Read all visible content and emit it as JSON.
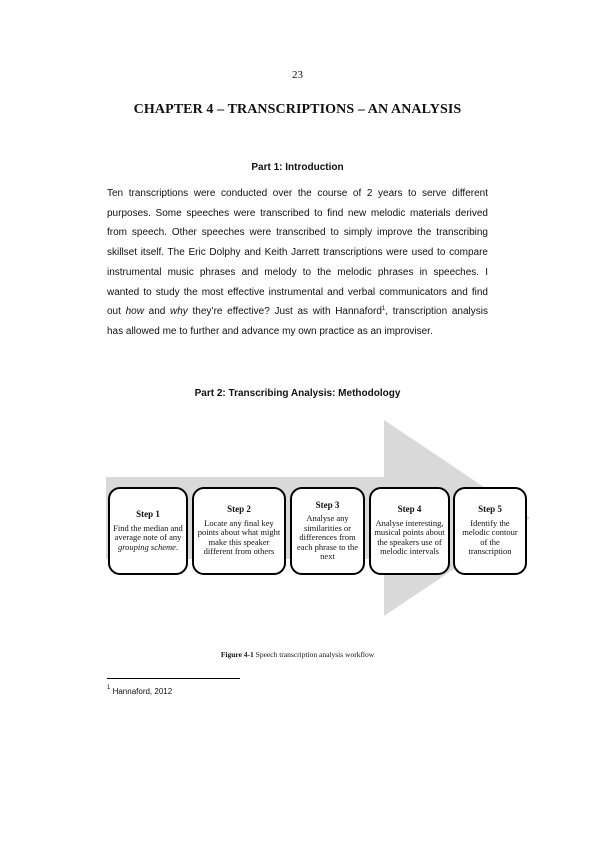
{
  "page": {
    "number": "23",
    "chapter_title": "CHAPTER 4 – TRANSCRIPTIONS – AN ANALYSIS"
  },
  "part1": {
    "heading": "Part 1: Introduction",
    "lines": [
      "Ten transcriptions were conducted over the course of 2 years to serve different",
      "purposes. Some speeches were transcribed to find new melodic materials derived",
      "from speech. Other speeches were transcribed to simply improve the transcribing",
      "skillset itself.  The Eric Dolphy and Keith Jarrett transcriptions were used to compare",
      "instrumental music phrases and melody to the melodic phrases in speeches. I",
      "wanted to study the most effective instrumental and verbal communicators and find"
    ],
    "line7_pre": "out ",
    "line7_em1": "how",
    "line7_mid": " and ",
    "line7_em2": "why",
    "line7_post": " they’re effective? Just as with Hannaford",
    "footnote_ref": "1",
    "line7_end": ", transcription analysis",
    "line8": "has allowed me to further and advance my own practice as an improviser."
  },
  "part2": {
    "heading": "Part 2: Transcribing Analysis: Methodology"
  },
  "diagram": {
    "arrow_color": "#d9d9d9",
    "steps": [
      {
        "title": "Step 1",
        "text_a": "Find the median and average note of any ",
        "text_em": "grouping scheme",
        "text_b": "."
      },
      {
        "title": "Step 2",
        "text": "Locate any final key points about what might make this speaker different from others"
      },
      {
        "title": "Step 3",
        "text": "Analyse any similarities or differences from each phrase to the next"
      },
      {
        "title": "Step 4",
        "text": "Analyse interesting, musical points about the speakers use of melodic intervals"
      },
      {
        "title": "Step 5",
        "text": "Identify the melodic contour of the transcription"
      }
    ]
  },
  "figure": {
    "label": "Figure 4-1",
    "caption": " Speech transcription analysis workflow"
  },
  "footnote": {
    "number": "1",
    "text": " Hannaford, 2012"
  }
}
